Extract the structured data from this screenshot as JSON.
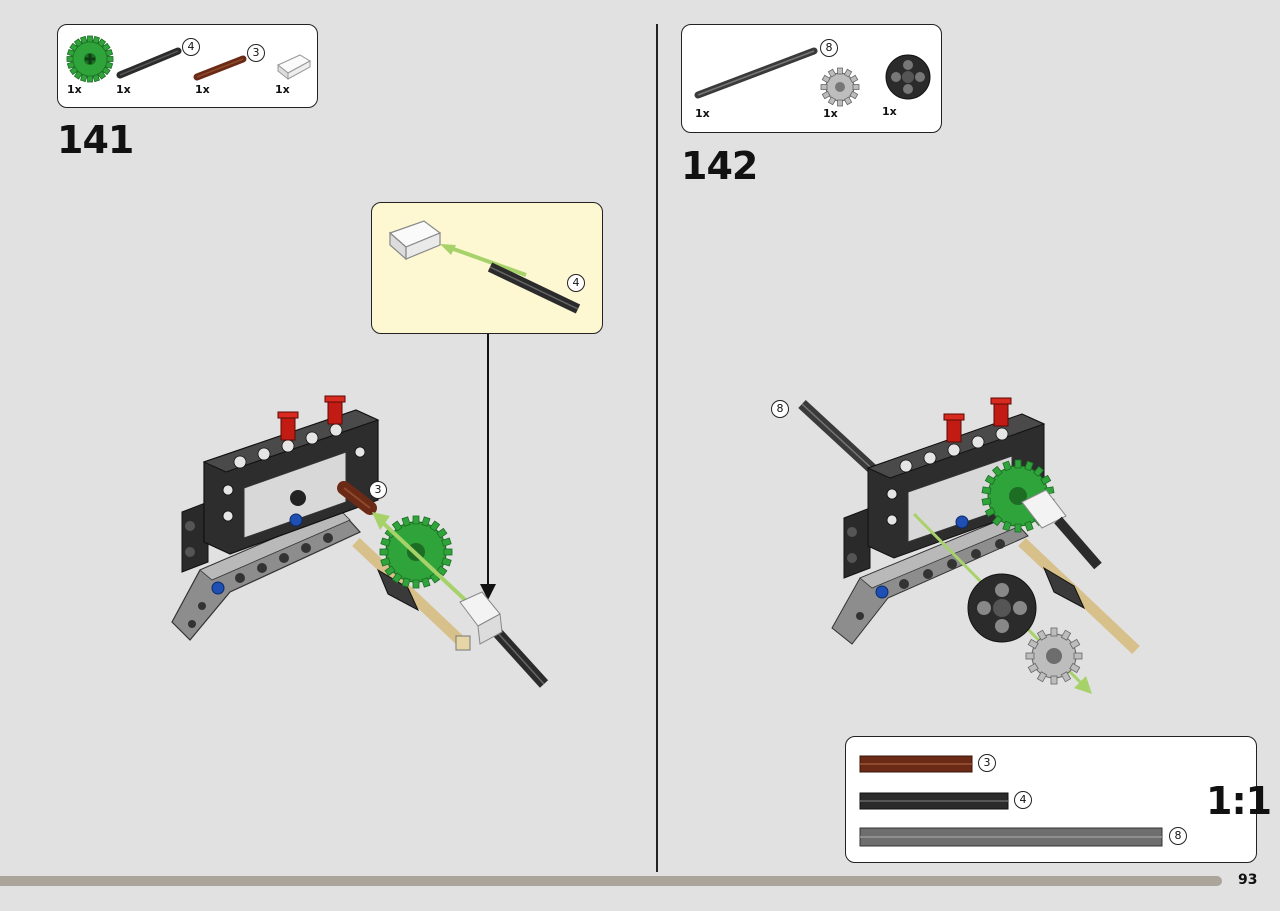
{
  "step141": {
    "number": "141",
    "parts": [
      {
        "name": "green-gear-20t",
        "qty": "1x"
      },
      {
        "name": "black-axle-4",
        "qty": "1x",
        "label": "4"
      },
      {
        "name": "brown-axle-3",
        "qty": "1x",
        "label": "3"
      },
      {
        "name": "white-connector",
        "qty": "1x"
      }
    ],
    "callout_axle_label": "4",
    "brown_axle_label": "3"
  },
  "step142": {
    "number": "142",
    "parts": [
      {
        "name": "grey-axle-8",
        "qty": "1x",
        "label": "8"
      },
      {
        "name": "grey-gear-12t",
        "qty": "1x"
      },
      {
        "name": "black-gear-hub",
        "qty": "1x"
      }
    ],
    "axle_label": "8"
  },
  "scale_guide": {
    "title": "1:1",
    "items": [
      {
        "color": "#6b2a16",
        "label": "3"
      },
      {
        "color": "#2b2b2b",
        "label": "4"
      },
      {
        "color": "#6e6e6e",
        "label": "8"
      }
    ]
  },
  "page_number": "93",
  "colors": {
    "background": "#e1e1e1",
    "callout_fill": "#fdf7d2",
    "green_gear": "#2fa43a",
    "arrow_green": "#a7d26a"
  }
}
